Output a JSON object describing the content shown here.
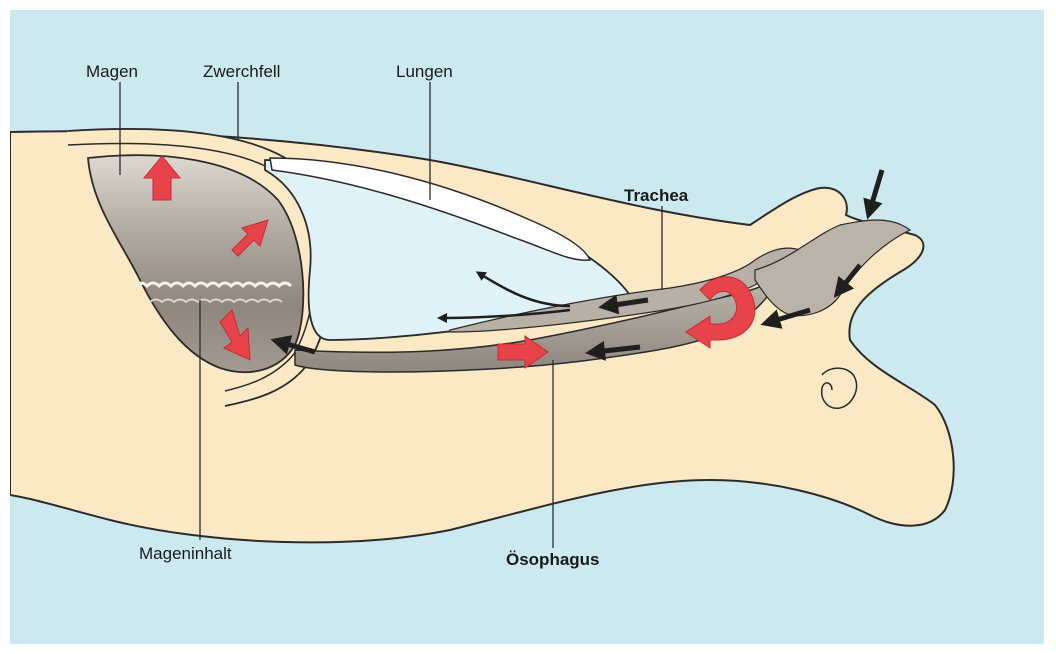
{
  "labels": {
    "magen": "Magen",
    "zwerchfell": "Zwerchfell",
    "lungen": "Lungen",
    "trachea": "Trachea",
    "mageninhalt": "Mageninhalt",
    "oesophagus": "Ösophagus"
  },
  "arrows": {
    "gastric_pressure": [
      "red-up-arrow",
      "red-diagonal-arrow",
      "red-down-arrow"
    ],
    "reflux_flow": [
      "red-right-arrow",
      "red-u-turn-arrow"
    ],
    "air_flow": [
      "black-inhale-arrow",
      "black-nose-arrow",
      "black-throat-arrow",
      "black-trachea-arrow",
      "black-lung-arrow",
      "black-stomach-arrow",
      "black-esophagus-arrow"
    ]
  },
  "colors": {
    "background": "#cde9f0",
    "body": "#fbe9c6",
    "stomach_content": "#9c948b",
    "tube_gray": "#a9a39b",
    "lung": "#dff2f8",
    "red_arrow": "#e8434a",
    "outline": "#2b2b2b"
  }
}
